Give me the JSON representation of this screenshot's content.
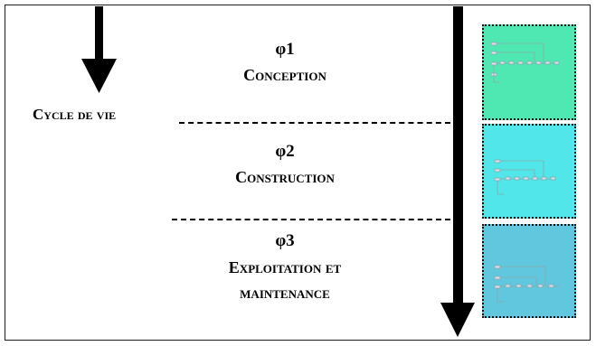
{
  "left": {
    "label": "Cycle de vie"
  },
  "phases": [
    {
      "id": "φ1",
      "name": "Conception"
    },
    {
      "id": "φ2",
      "name": "Construction"
    },
    {
      "id": "φ3",
      "name_line1": "Exploitation et",
      "name_line2": "maintenance"
    }
  ],
  "colors": {
    "phase1": "#4fe8b2",
    "phase2": "#50e6ea",
    "phase3": "#60c7de"
  }
}
